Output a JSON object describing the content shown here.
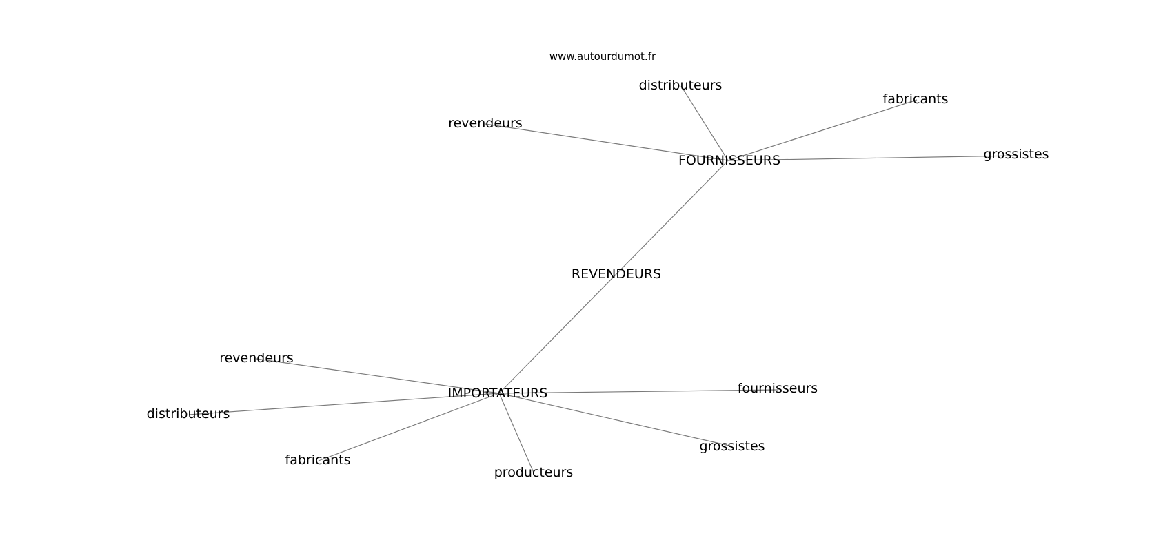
{
  "watermark": "www.autourdumot.fr",
  "graph": {
    "nodes": [
      {
        "id": "revendeurs_hub",
        "label": "REVENDEURS"
      },
      {
        "id": "fournisseurs_hub",
        "label": "FOURNISSEURS"
      },
      {
        "id": "importateurs_hub",
        "label": "IMPORTATEURS"
      },
      {
        "id": "f_distributeurs",
        "label": "distributeurs"
      },
      {
        "id": "f_fabricants",
        "label": "fabricants"
      },
      {
        "id": "f_revendeurs",
        "label": "revendeurs"
      },
      {
        "id": "f_grossistes",
        "label": "grossistes"
      },
      {
        "id": "i_revendeurs",
        "label": "revendeurs"
      },
      {
        "id": "i_distributeurs",
        "label": "distributeurs"
      },
      {
        "id": "i_fabricants",
        "label": "fabricants"
      },
      {
        "id": "i_producteurs",
        "label": "producteurs"
      },
      {
        "id": "i_grossistes",
        "label": "grossistes"
      },
      {
        "id": "i_fournisseurs",
        "label": "fournisseurs"
      }
    ],
    "edges": [
      [
        "fournisseurs_hub",
        "importateurs_hub"
      ],
      [
        "fournisseurs_hub",
        "f_distributeurs"
      ],
      [
        "fournisseurs_hub",
        "f_fabricants"
      ],
      [
        "fournisseurs_hub",
        "f_revendeurs"
      ],
      [
        "fournisseurs_hub",
        "f_grossistes"
      ],
      [
        "importateurs_hub",
        "i_revendeurs"
      ],
      [
        "importateurs_hub",
        "i_distributeurs"
      ],
      [
        "importateurs_hub",
        "i_fabricants"
      ],
      [
        "importateurs_hub",
        "i_producteurs"
      ],
      [
        "importateurs_hub",
        "i_grossistes"
      ],
      [
        "importateurs_hub",
        "i_fournisseurs"
      ]
    ]
  }
}
